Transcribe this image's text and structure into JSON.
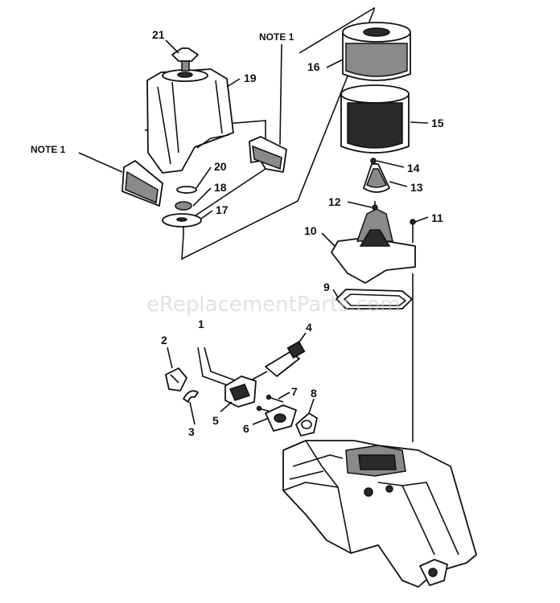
{
  "labels": {
    "p1": "1",
    "p2": "2",
    "p3": "3",
    "p4": "4",
    "p5": "5",
    "p6": "6",
    "p7": "7",
    "p8": "8",
    "p9": "9",
    "p10": "10",
    "p11": "11",
    "p12": "12",
    "p13": "13",
    "p14": "14",
    "p15": "15",
    "p16": "16",
    "p17": "17",
    "p18": "18",
    "p19": "19",
    "p20": "20",
    "p21": "21"
  },
  "notes": {
    "left": "NOTE 1",
    "right": "NOTE 1"
  },
  "watermark": "eReplacementParts.com"
}
